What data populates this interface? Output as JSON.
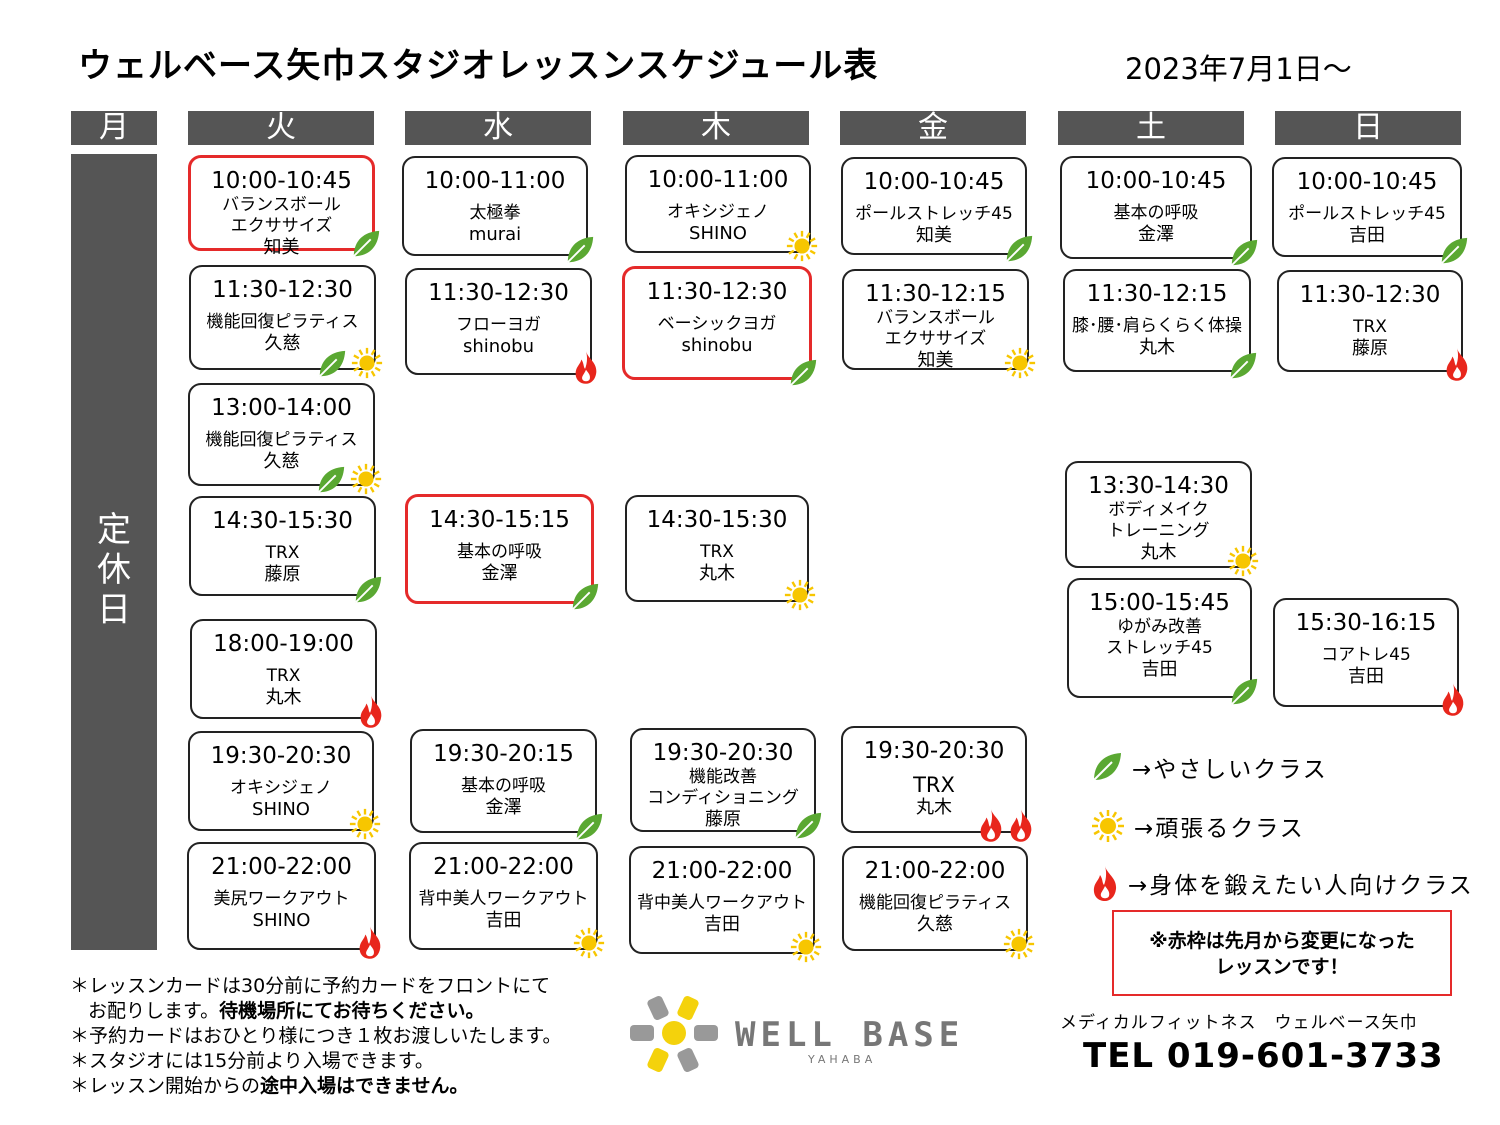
{
  "header": {
    "title": "ウェルベース矢巾スタジオレッスンスケジュール表",
    "date": "2023年7月1日～"
  },
  "days": [
    "月",
    "火",
    "水",
    "木",
    "金",
    "土",
    "日"
  ],
  "closed_label": [
    "定",
    "休",
    "日"
  ],
  "lessons": {
    "tue": [
      {
        "time": "10:00-10:45",
        "name": "バランスボール",
        "name2": "エクササイズ",
        "instructor": "知美",
        "icons": [
          "leaf"
        ],
        "changed": true
      },
      {
        "time": "11:30-12:30",
        "name": "機能回復ピラティス",
        "instructor": "久慈",
        "icons": [
          "leaf",
          "sun"
        ]
      },
      {
        "time": "13:00-14:00",
        "name": "機能回復ピラティス",
        "instructor": "久慈",
        "icons": [
          "leaf",
          "sun"
        ]
      },
      {
        "time": "14:30-15:30",
        "name": "TRX",
        "instructor": "藤原",
        "icons": [
          "leaf"
        ]
      },
      {
        "time": "18:00-19:00",
        "name": "TRX",
        "instructor": "丸木",
        "icons": [
          "fire"
        ]
      },
      {
        "time": "19:30-20:30",
        "name": "オキシジェノ",
        "instructor": "SHINO",
        "icons": [
          "sun"
        ]
      },
      {
        "time": "21:00-22:00",
        "name": "美尻ワークアウト",
        "instructor": "SHINO",
        "icons": [
          "fire"
        ]
      }
    ],
    "wed": [
      {
        "time": "10:00-11:00",
        "name": "太極拳",
        "instructor": "murai",
        "icons": [
          "leaf"
        ]
      },
      {
        "time": "11:30-12:30",
        "name": "フローヨガ",
        "instructor": "shinobu",
        "icons": [
          "fire"
        ]
      },
      {
        "time": "14:30-15:15",
        "name": "基本の呼吸",
        "instructor": "金澤",
        "icons": [
          "leaf"
        ],
        "changed": true
      },
      {
        "time": "19:30-20:15",
        "name": "基本の呼吸",
        "instructor": "金澤",
        "icons": [
          "leaf"
        ]
      },
      {
        "time": "21:00-22:00",
        "name": "背中美人ワークアウト",
        "instructor": "吉田",
        "icons": [
          "sun"
        ]
      }
    ],
    "thu": [
      {
        "time": "10:00-11:00",
        "name": "オキシジェノ",
        "instructor": "SHINO",
        "icons": [
          "sun"
        ]
      },
      {
        "time": "11:30-12:30",
        "name": "ベーシックヨガ",
        "instructor": "shinobu",
        "icons": [
          "leaf"
        ],
        "changed": true
      },
      {
        "time": "14:30-15:30",
        "name": "TRX",
        "instructor": "丸木",
        "icons": [
          "sun"
        ]
      },
      {
        "time": "19:30-20:30",
        "name": "機能改善",
        "name2": "コンディショニング",
        "instructor": "藤原",
        "icons": [
          "leaf"
        ]
      },
      {
        "time": "21:00-22:00",
        "name": "背中美人ワークアウト",
        "instructor": "吉田",
        "icons": [
          "sun"
        ]
      }
    ],
    "fri": [
      {
        "time": "10:00-10:45",
        "name": "ポールストレッチ45",
        "instructor": "知美",
        "icons": [
          "leaf"
        ]
      },
      {
        "time": "11:30-12:15",
        "name": "バランスボール",
        "name2": "エクササイズ",
        "instructor": "知美",
        "icons": [
          "sun"
        ]
      },
      {
        "time": "19:30-20:30",
        "name": "TRX",
        "instructor": "丸木",
        "icons": [
          "fire",
          "fire"
        ]
      },
      {
        "time": "21:00-22:00",
        "name": "機能回復ピラティス",
        "instructor": "久慈",
        "icons": [
          "sun"
        ]
      }
    ],
    "sat": [
      {
        "time": "10:00-10:45",
        "name": "基本の呼吸",
        "instructor": "金澤",
        "icons": [
          "leaf"
        ]
      },
      {
        "time": "11:30-12:15",
        "name": "膝･腰･肩らくらく体操",
        "instructor": "丸木",
        "icons": [
          "leaf"
        ]
      },
      {
        "time": "13:30-14:30",
        "name": "ボディメイク",
        "name2": "トレーニング",
        "instructor": "丸木",
        "icons": [
          "sun"
        ]
      },
      {
        "time": "15:00-15:45",
        "name": "ゆがみ改善",
        "name2": "ストレッチ45",
        "instructor": "吉田",
        "icons": [
          "leaf"
        ]
      }
    ],
    "sun": [
      {
        "time": "10:00-10:45",
        "name": "ポールストレッチ45",
        "instructor": "吉田",
        "icons": [
          "leaf"
        ]
      },
      {
        "time": "11:30-12:30",
        "name": "TRX",
        "instructor": "藤原",
        "icons": [
          "fire"
        ]
      },
      {
        "time": "15:30-16:15",
        "name": "コアトレ45",
        "instructor": "吉田",
        "icons": [
          "fire"
        ]
      }
    ]
  },
  "legend": {
    "easy": "→やさしいクラス",
    "hard": "→頑張るクラス",
    "intense": "→身体を鍛えたい人向けクラス"
  },
  "notice": {
    "line1": "※赤枠は先月から変更になった",
    "line2": "レッスンです！"
  },
  "notes": {
    "n1a": "＊レッスンカードは30分前に予約カードをフロントにて",
    "n1b_plain": "お配りします。",
    "n1b_bold": "待機場所にてお待ちください。",
    "n2": "＊予約カードはおひとり様につき１枚お渡しいたします。",
    "n3": "＊スタジオには15分前より入場できます。",
    "n4_plain": "＊レッスン開始からの",
    "n4_bold": "途中入場はできません。"
  },
  "footer": {
    "logo_text": "WELL BASE",
    "logo_sub": "YAHABA",
    "company": "メディカルフィットネス　ウェルベース矢巾",
    "tel": "TEL 019-601-3733"
  },
  "colors": {
    "header_gray": "#555555",
    "change_red": "#e52a2a",
    "leaf_green": "#5aa832",
    "sun_yellow": "#f7c600",
    "fire_red": "#e8261c"
  }
}
